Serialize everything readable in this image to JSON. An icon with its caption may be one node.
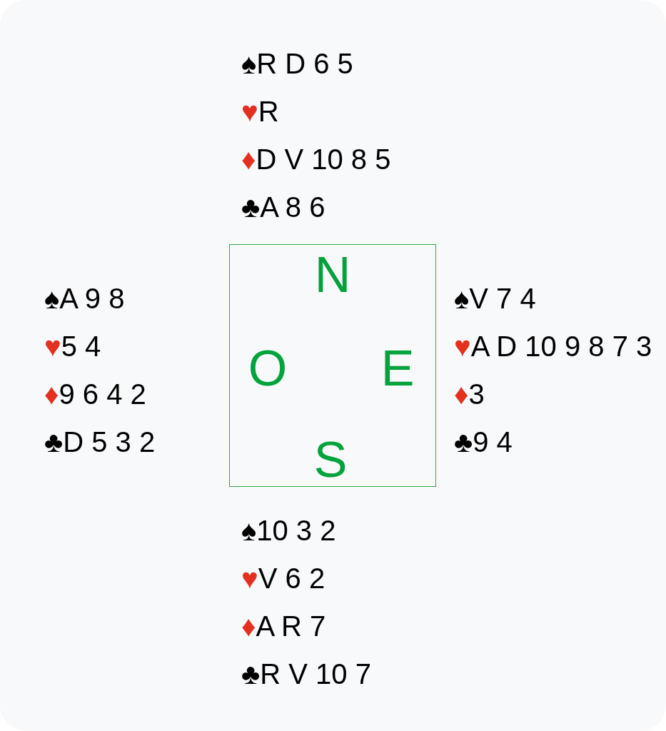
{
  "diagram": {
    "nodes": [
      {
        "text": [
          "N",
          "O",
          "E",
          "S"
        ]
      }
    ],
    "edges": [],
    "labels": [
      "♠R D 6 5",
      "♥R",
      "♦D V 10 8 5",
      "♣A 8 6",
      "♠A 9 8",
      "♥5 4",
      "♦9 6 4 2",
      "♣D 5 3 2",
      "♠V 7 4",
      "♥A D 10 9 8 7 3",
      "♦3",
      "♣9 4",
      "♠10 3 2",
      "♥V 6 2",
      "♦A R 7",
      "♣R V 10 7"
    ]
  }
}
